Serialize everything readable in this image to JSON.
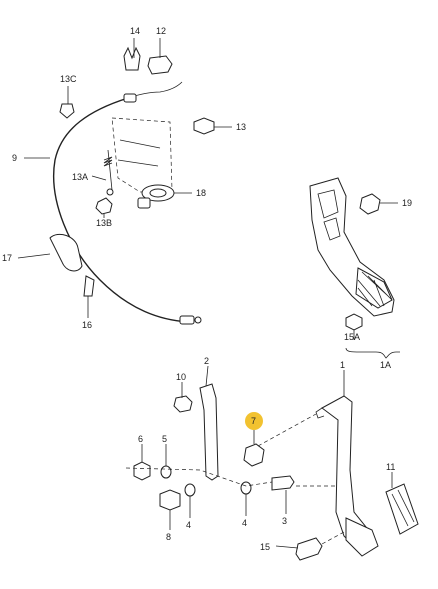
{
  "diagram": {
    "callouts": {
      "p1": "1",
      "p1a": "1A",
      "p2": "2",
      "p3": "3",
      "p4a": "4",
      "p4b": "4",
      "p5": "5",
      "p6": "6",
      "p7": "7",
      "p8": "8",
      "p9": "9",
      "p10": "10",
      "p11": "11",
      "p12": "12",
      "p13": "13",
      "p13a": "13A",
      "p13b": "13B",
      "p13c": "13C",
      "p14": "14",
      "p15": "15",
      "p15a": "15A",
      "p16": "16",
      "p17": "17",
      "p18": "18",
      "p19": "19"
    },
    "highlight_color": "#f2c230"
  }
}
